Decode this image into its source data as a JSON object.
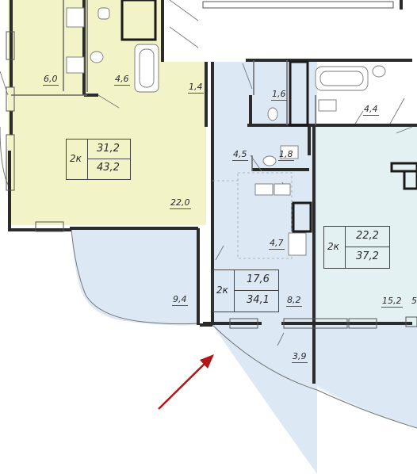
{
  "apartments": [
    {
      "id": "yellow",
      "rooms": "2к",
      "living_area": "31,2",
      "total_area": "43,2",
      "color": "#F2F3C6"
    },
    {
      "id": "blue",
      "rooms": "2к",
      "living_area": "17,6",
      "total_area": "34,1",
      "color": "#DCE9F4"
    },
    {
      "id": "teal",
      "rooms": "2к",
      "living_area": "22,2",
      "total_area": "37,2",
      "color": "#E3F1F3"
    }
  ],
  "room_areas": {
    "yellow_room": "6,0",
    "yellow_bath": "4,6",
    "yellow_hall": "1,4",
    "yellow_living": "22,0",
    "yellow_loggia": "9,4",
    "blue_wc": "1,6",
    "blue_hall": "4,5",
    "blue_bath": "1,8",
    "blue_kitchen": "4,7",
    "blue_room": "8,2",
    "blue_balcony": "3,9",
    "teal_bath": "4,4",
    "teal_room": "15,2",
    "teal_partial": "5"
  },
  "colors": {
    "wall": "#2b2b2b",
    "line": "#888888",
    "arrow": "#b01818"
  }
}
